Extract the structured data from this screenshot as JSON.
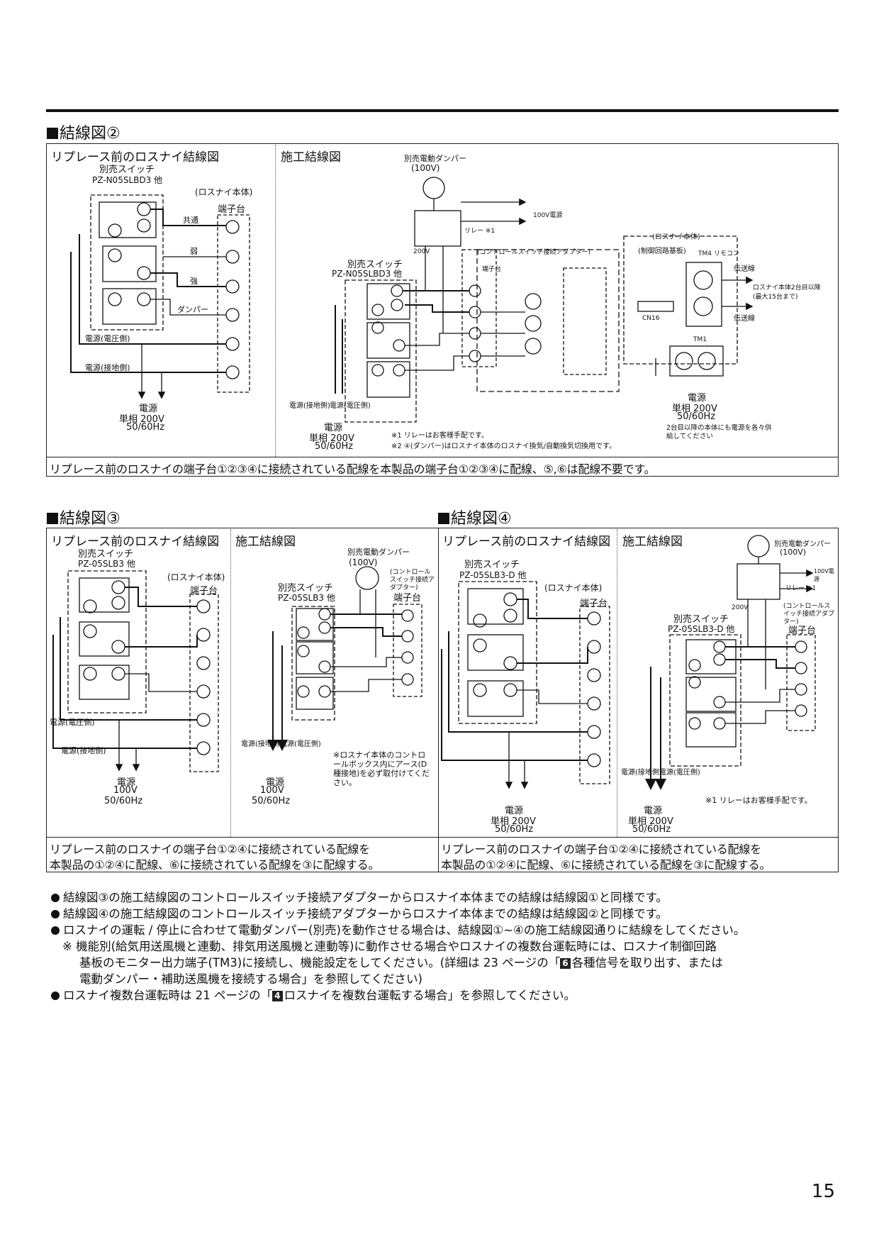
{
  "page_number": "15",
  "diagram2": {
    "title": "結線図②",
    "before_title": "リプレース前のロスナイ結線図",
    "install_title": "施工結線図",
    "switch_label": "別売スイッチ",
    "switch_model_before": "PZ-N05SLBD3 他",
    "switch_model_install": "PZ-N05SLBD3 他",
    "unit_label": "(ロスナイ本体)",
    "terminal_block": "端子台",
    "damper_label": "別売電動ダンパー",
    "damper_voltage": "(100V)",
    "relay_label": "リレー ※1",
    "supply_100v": "100V電源",
    "adapter_label": "(コントロールスイッチ接続アダプター)",
    "control_board": "(制御回路基板)",
    "main_body": "(ロスナイ本体)",
    "tm4_label": "TM4 リモコン",
    "tm1_label": "TM1",
    "cn16_label": "CN16",
    "transmission": "伝送線",
    "to_other_units": "ロスナイ本体2台目以降 (最大15台まで)",
    "wire_common": "共通",
    "wire_weak": "弱",
    "wire_strong": "強",
    "wire_damper": "ダンパー",
    "power_voltage_side": "電源(電圧側)",
    "power_ground_side": "電源(接地側)",
    "power": "電源",
    "power_200": "単相 200V",
    "freq": "50/60Hz",
    "voltage_200v": "200V",
    "note_multi": "2台目以降の本体にも電源を各々供給してください",
    "footnote1": "※1 リレーはお客様手配です。",
    "footnote2": "※2 ④(ダンパー)はロスナイ本体のロスナイ換気/自動換気切換用です。",
    "caption": "リプレース前のロスナイの端子台①②③④に接続されている配線を本製品の端子台①②③④に配線、⑤,⑥は配線不要です。"
  },
  "diagram3": {
    "title": "結線図③",
    "before_title": "リプレース前のロスナイ結線図",
    "install_title": "施工結線図",
    "switch_label": "別売スイッチ",
    "switch_model": "PZ-05SLB3 他",
    "unit_label": "(ロスナイ本体)",
    "terminal_block": "端子台",
    "damper_label": "別売電動ダンパー",
    "damper_voltage": "(100V)",
    "adapter_label": "(コントロールスイッチ接続アダプター)",
    "power_100": "100V",
    "freq": "50/60Hz",
    "power": "電源",
    "power_voltage_side": "電源(電圧側)",
    "power_ground_side": "電源(接地側)",
    "earth_note": "※ロスナイ本体のコントロールボックス内にアース(D種接地)を必ず取付けてください。",
    "caption_line1": "リプレース前のロスナイの端子台①②④に接続されている配線を",
    "caption_line2": "本製品の①②④に配線、⑥に接続されている配線を③に配線する。"
  },
  "diagram4": {
    "title": "結線図④",
    "before_title": "リプレース前のロスナイ結線図",
    "install_title": "施工結線図",
    "switch_label": "別売スイッチ",
    "switch_model_before": "PZ-05SLB3-D 他",
    "switch_model_install": "PZ-05SLB3-D 他",
    "unit_label": "(ロスナイ本体)",
    "terminal_block": "端子台",
    "damper_label": "別売電動ダンパー",
    "damper_voltage": "(100V)",
    "relay_label": "リレー ※1",
    "supply_100v": "100V電源",
    "adapter_label": "(コントロールスイッチ接続アダプター)",
    "voltage_200v": "200V",
    "power": "電源",
    "power_200": "単相 200V",
    "freq": "50/60Hz",
    "footnote1": "※1 リレーはお客様手配です。",
    "caption_line1": "リプレース前のロスナイの端子台①②④に接続されている配線を",
    "caption_line2": "本製品の①②④に配線、⑥に接続されている配線を③に配線する。"
  },
  "notes": [
    "結線図③の施工結線図のコントロールスイッチ接続アダプターからロスナイ本体までの結線は結線図①と同様です。",
    "結線図④の施工結線図のコントロールスイッチ接続アダプターからロスナイ本体までの結線は結線図②と同様です。",
    "ロスナイの運転 / 停止に合わせて電動ダンパー(別売)を動作させる場合は、結線図①~④の施工結線図通りに結線をしてください。"
  ],
  "subnote": {
    "line1": "※ 機能別(給気用送風機と連動、排気用送風機と連動等)に動作させる場合やロスナイの複数台運転時には、ロスナイ制御回路",
    "line2_a": "基板のモニター出力端子(TM3)に接続し、機能設定をしてください。(詳細は 23 ページの「",
    "line2_badge": "6",
    "line2_b": "各種信号を取り出す、または",
    "line3": "電動ダンパー・補助送風機を接続する場合」を参照してください)"
  },
  "note4": {
    "a": "ロスナイ複数台運転時は 21 ページの「",
    "badge": "4",
    "b": "ロスナイを複数台運転する場合」を参照してください。"
  }
}
